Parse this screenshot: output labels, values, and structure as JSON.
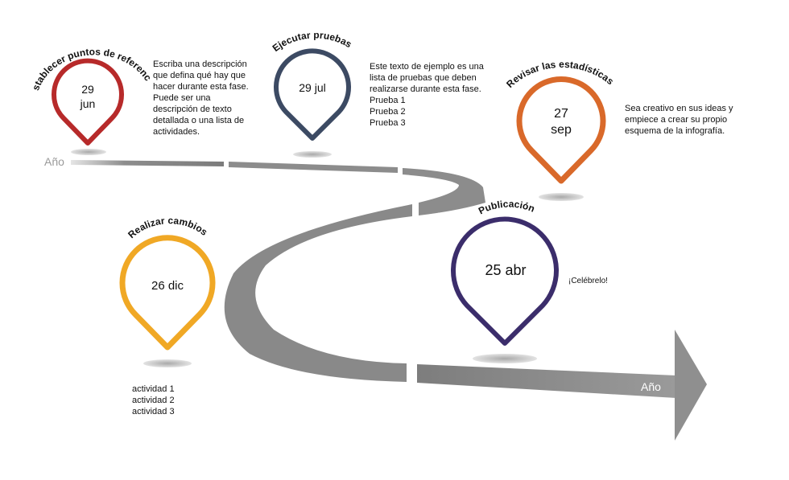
{
  "milestones": [
    {
      "id": "m1",
      "title": "Establecer puntos de referencia",
      "date_line1": "29",
      "date_line2": "jun",
      "color": "#b72a2a",
      "description": "Escriba una descripción\nque defina qué hay que\nhacer durante esta fase.\nPuede ser una\ndescripción de texto\ndetallada o una lista de\nactividades."
    },
    {
      "id": "m2",
      "title": "Ejecutar pruebas",
      "date_line1": "29 jul",
      "date_line2": "",
      "color": "#3c4a63",
      "description": "Este texto de ejemplo es una\nlista de pruebas que deben\nrealizarse durante esta fase.\nPrueba 1\nPrueba 2\nPrueba 3"
    },
    {
      "id": "m3",
      "title": "Revisar las estadísticas",
      "date_line1": "27",
      "date_line2": "sep",
      "color": "#d9692a",
      "description": "Sea creativo en sus ideas y\nempiece a crear su propio\nesquema de la infografía."
    },
    {
      "id": "m4",
      "title": "Realizar cambios",
      "date_line1": "26 dic",
      "date_line2": "",
      "color": "#f0a825",
      "description": "actividad 1\nactividad 2\nactividad 3"
    },
    {
      "id": "m5",
      "title": "Publicación",
      "date_line1": "25 abr",
      "date_line2": "",
      "color": "#3b2d6b",
      "description": "¡Celébrelo!"
    }
  ],
  "years": {
    "start": "Año",
    "middle": "Año",
    "end": "Año"
  },
  "colors": {
    "road": "#8a8a8a",
    "road_light": "#c2c2c2",
    "shadow": "#cfcfcf"
  }
}
